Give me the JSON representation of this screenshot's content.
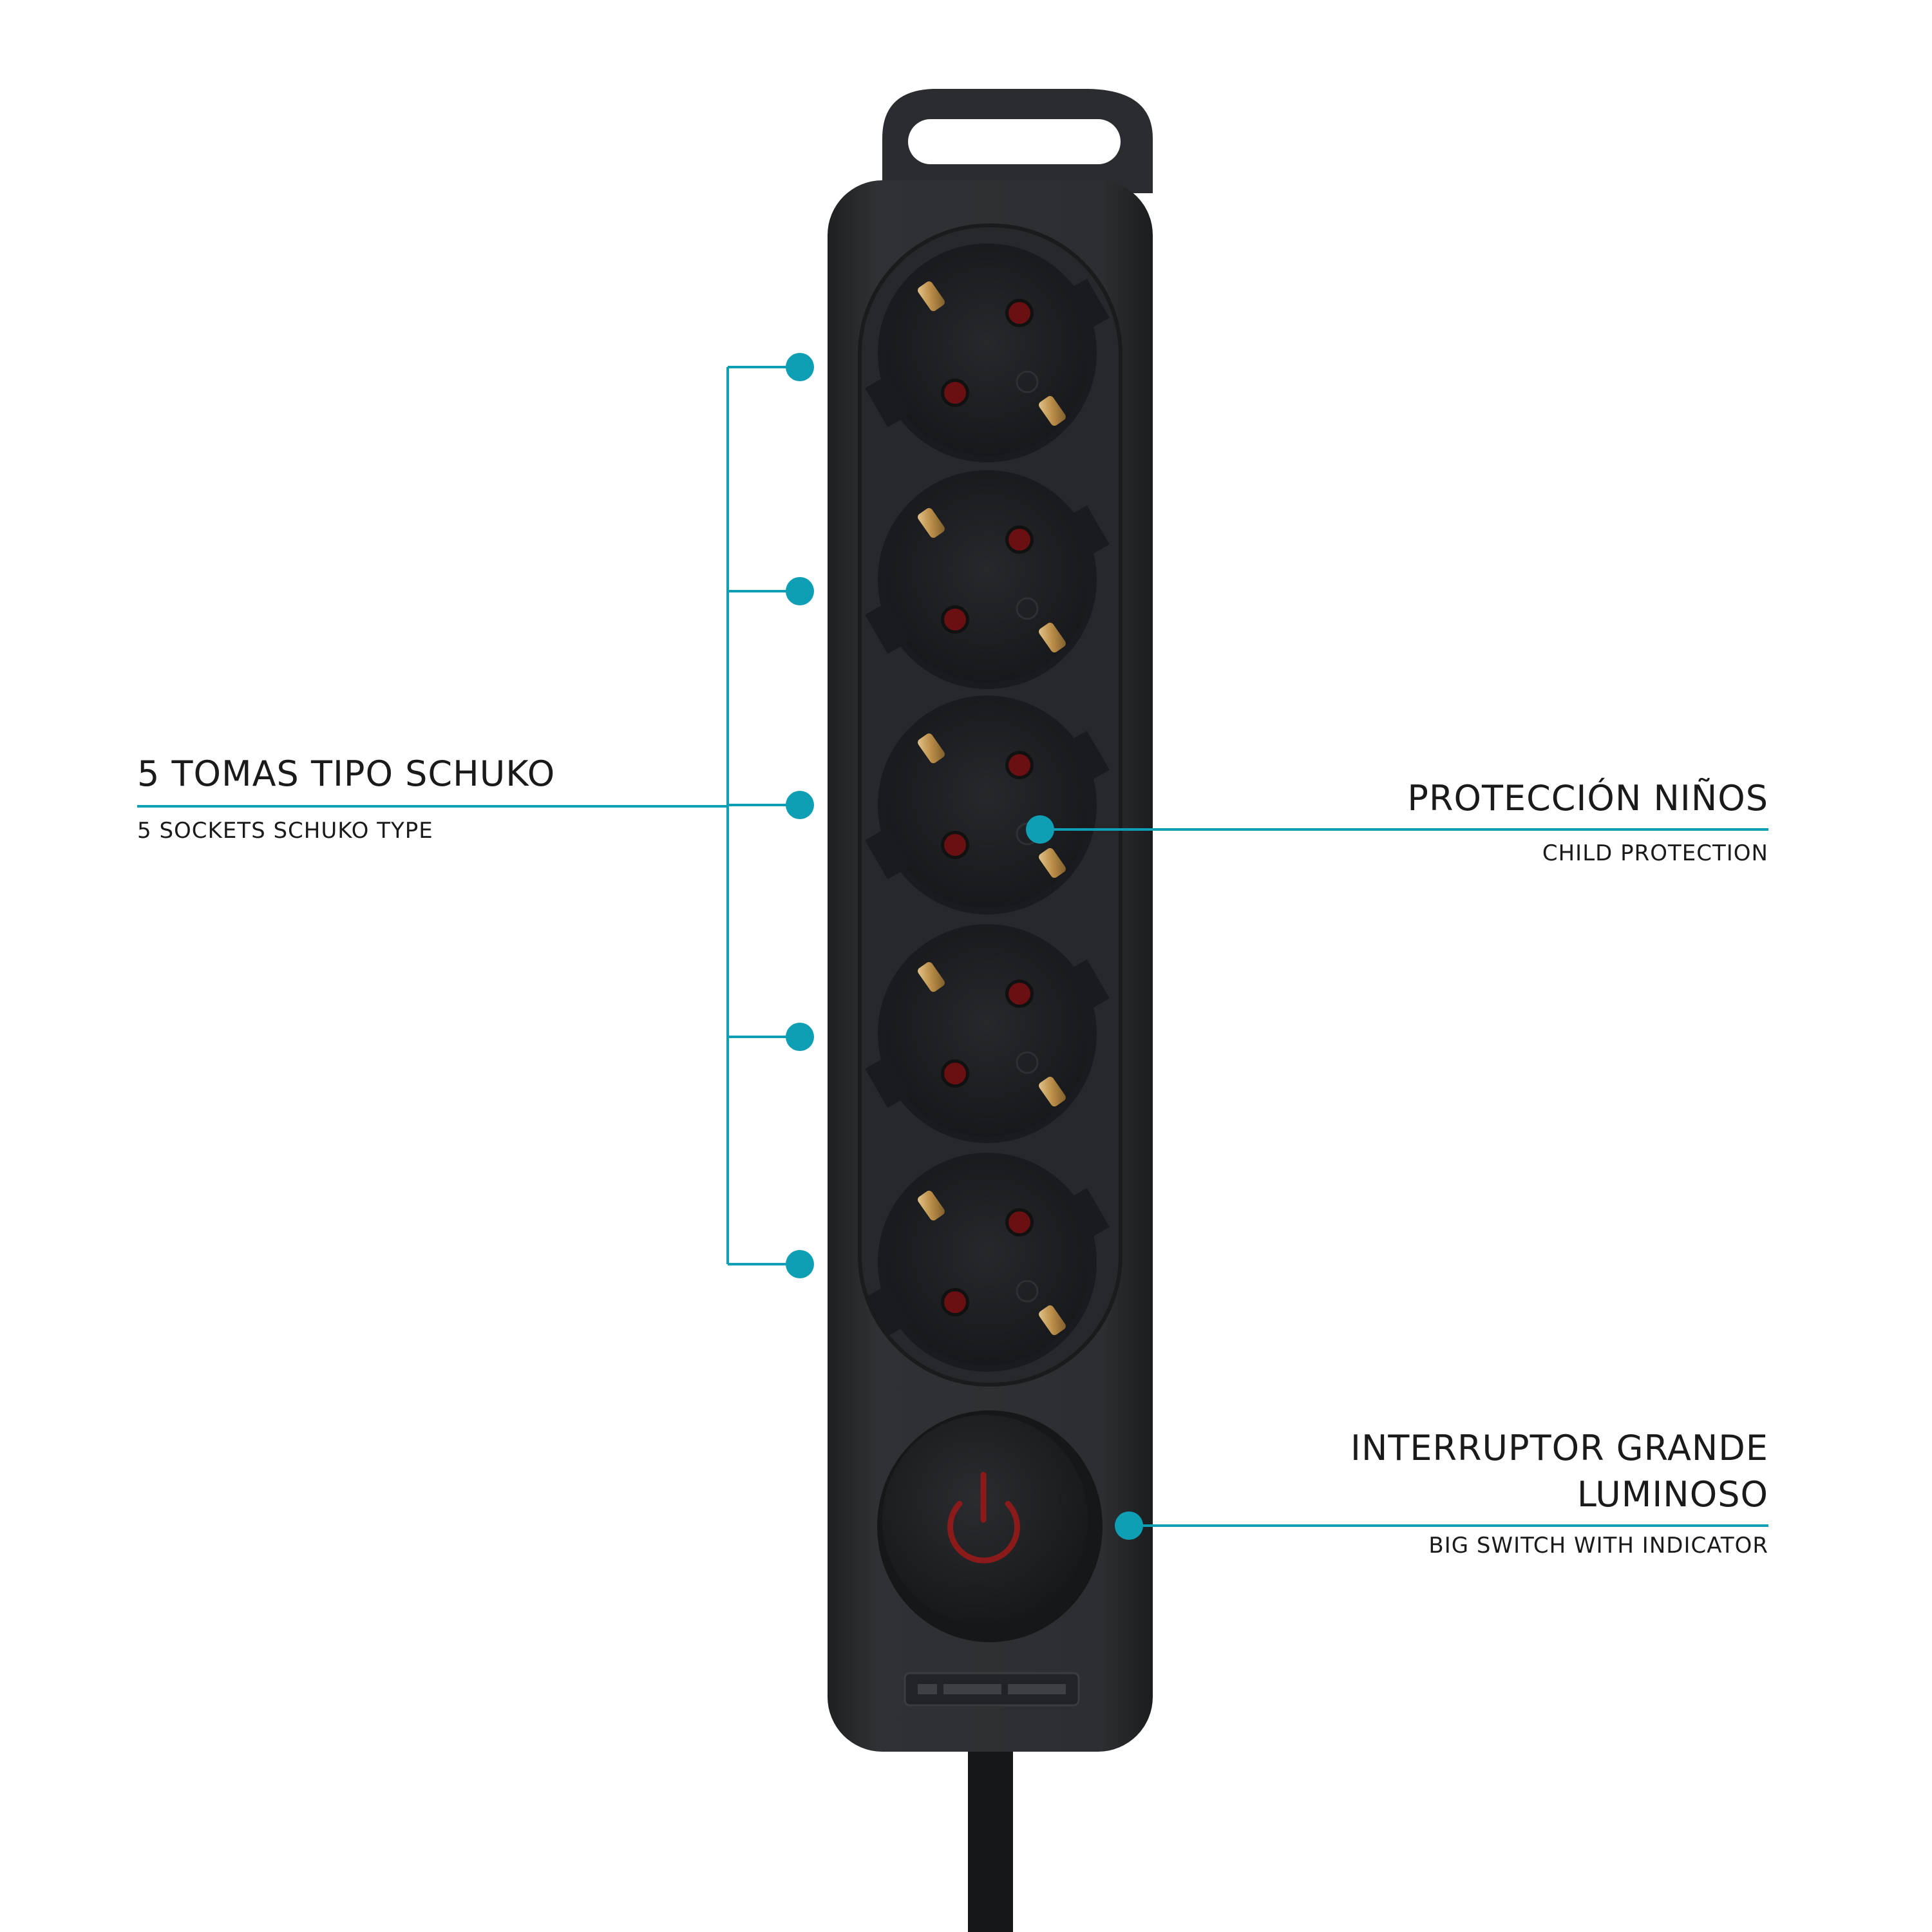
{
  "colors": {
    "accent": "#0f9fb4",
    "body": "#2c2e31",
    "body_dark": "#1c1d1f",
    "socket": "#1d1e21",
    "pin_hole": "#6a0f12",
    "brass": "#c7a264",
    "power_symbol": "#8b1a1a"
  },
  "callouts": {
    "sockets": {
      "title": "5 TOMAS TIPO SCHUKO",
      "subtitle": "5 SOCKETS SCHUKO TYPE"
    },
    "child_protection": {
      "title": "PROTECCIÓN NIÑOS",
      "subtitle": "CHILD PROTECTION"
    },
    "switch": {
      "title_line1": "INTERRUPTOR GRANDE",
      "title_line2": "LUMINOSO",
      "subtitle": "BIG SWITCH WITH INDICATOR"
    }
  },
  "product": {
    "socket_count": 5,
    "switch_icon": "power-icon"
  }
}
